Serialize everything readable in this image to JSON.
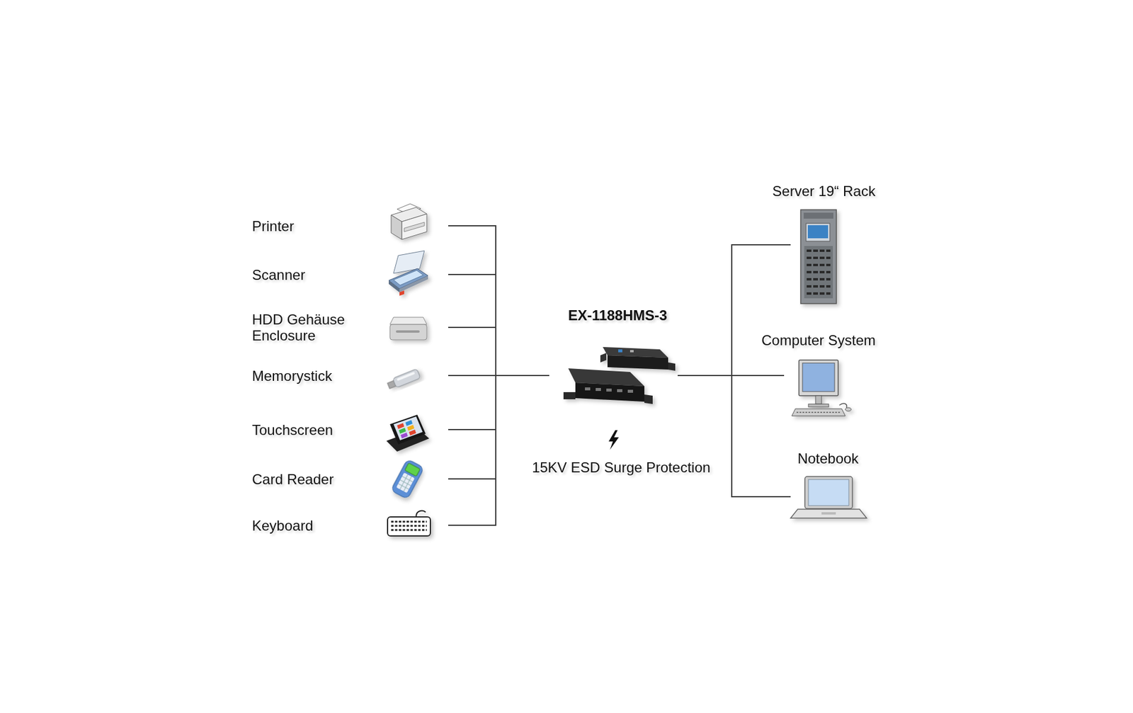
{
  "diagram": {
    "nodes": [
      {
        "text": [
          "Printer"
        ]
      },
      {
        "text": [
          "Scanner"
        ]
      },
      {
        "text": [
          "HDD Gehäuse Enclosure"
        ]
      },
      {
        "text": [
          "Memorystick"
        ]
      },
      {
        "text": [
          "Touchscreen"
        ]
      },
      {
        "text": [
          "Card Reader"
        ]
      },
      {
        "text": [
          "Keyboard"
        ]
      },
      {
        "text": [
          "EX-1188HMS-3",
          "15KV ESD Surge Protection"
        ]
      },
      {
        "text": [
          "Server 19“ Rack"
        ]
      },
      {
        "text": [
          "Computer System"
        ]
      },
      {
        "text": [
          "Notebook"
        ]
      }
    ],
    "edges": [
      {
        "from": 0,
        "to": 7,
        "arrow": "none"
      },
      {
        "from": 1,
        "to": 7,
        "arrow": "none"
      },
      {
        "from": 2,
        "to": 7,
        "arrow": "none"
      },
      {
        "from": 3,
        "to": 7,
        "arrow": "none"
      },
      {
        "from": 4,
        "to": 7,
        "arrow": "none"
      },
      {
        "from": 5,
        "to": 7,
        "arrow": "none"
      },
      {
        "from": 6,
        "to": 7,
        "arrow": "none"
      },
      {
        "from": 7,
        "to": 8,
        "arrow": "none"
      },
      {
        "from": 7,
        "to": 9,
        "arrow": "none"
      },
      {
        "from": 7,
        "to": 10,
        "arrow": "none"
      }
    ]
  }
}
